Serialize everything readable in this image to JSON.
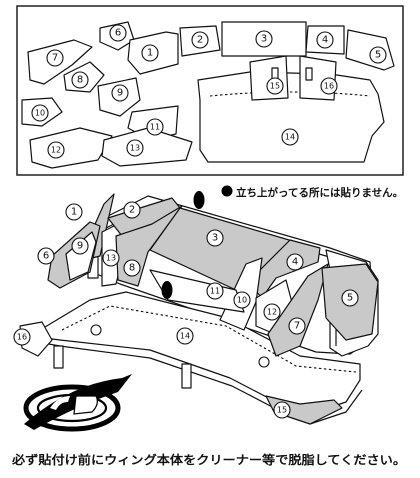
{
  "numbers": {
    "n1": "1",
    "n2": "2",
    "n3": "3",
    "n4": "4",
    "n5": "5",
    "n6": "6",
    "n7": "7",
    "n8": "8",
    "n9": "9",
    "n10": "10",
    "n11": "11",
    "n12": "12",
    "n13": "13",
    "n14": "14",
    "n15": "15",
    "n16": "16"
  },
  "notes": {
    "raised_edge_warning": "立ち上がってる所には貼りません。",
    "cleaning_instruction": "必ず貼付け前にウィング本体をクリーナー等で脱脂してください。"
  },
  "colors": {
    "line": "#111111",
    "part_fill": "#c9c9c9",
    "marker": "#000000",
    "background": "#ffffff"
  }
}
